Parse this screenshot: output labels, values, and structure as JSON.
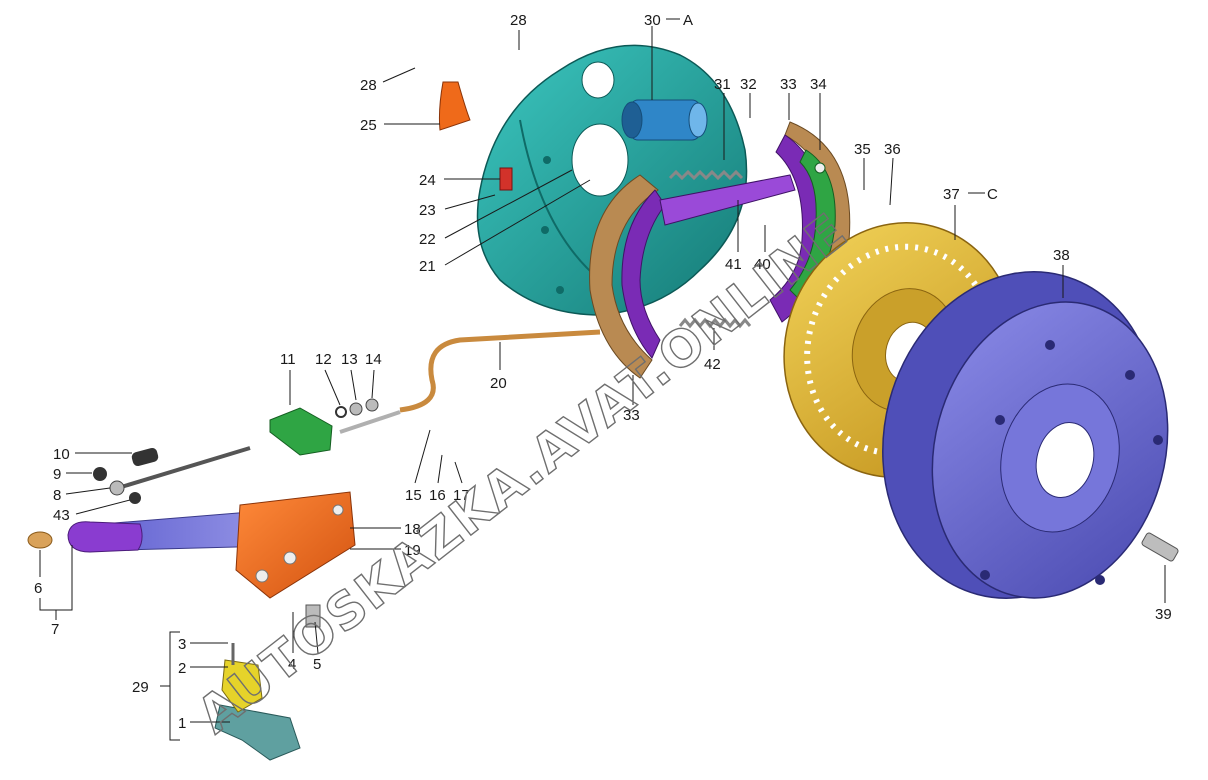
{
  "watermark": "AUTOSKAZKA.AVAT.ONLINE",
  "callouts": [
    {
      "id": "c28a",
      "text": "28"
    },
    {
      "id": "c28b",
      "text": "28"
    },
    {
      "id": "c30",
      "text": "30"
    },
    {
      "id": "c30s",
      "text": "A"
    },
    {
      "id": "c25",
      "text": "25"
    },
    {
      "id": "c31",
      "text": "31"
    },
    {
      "id": "c32",
      "text": "32"
    },
    {
      "id": "c33a",
      "text": "33"
    },
    {
      "id": "c34",
      "text": "34"
    },
    {
      "id": "c35",
      "text": "35"
    },
    {
      "id": "c36",
      "text": "36"
    },
    {
      "id": "c24",
      "text": "24"
    },
    {
      "id": "c23",
      "text": "23"
    },
    {
      "id": "c22",
      "text": "22"
    },
    {
      "id": "c21",
      "text": "21"
    },
    {
      "id": "c41",
      "text": "41"
    },
    {
      "id": "c40",
      "text": "40"
    },
    {
      "id": "c37",
      "text": "37"
    },
    {
      "id": "c37s",
      "text": "C"
    },
    {
      "id": "c38",
      "text": "38"
    },
    {
      "id": "c42",
      "text": "42"
    },
    {
      "id": "c11",
      "text": "11"
    },
    {
      "id": "c12",
      "text": "12"
    },
    {
      "id": "c13",
      "text": "13"
    },
    {
      "id": "c14",
      "text": "14"
    },
    {
      "id": "c20",
      "text": "20"
    },
    {
      "id": "c33b",
      "text": "33"
    },
    {
      "id": "c10",
      "text": "10"
    },
    {
      "id": "c9",
      "text": "9"
    },
    {
      "id": "c8",
      "text": "8"
    },
    {
      "id": "c43",
      "text": "43"
    },
    {
      "id": "c15",
      "text": "15"
    },
    {
      "id": "c16",
      "text": "16"
    },
    {
      "id": "c17",
      "text": "17"
    },
    {
      "id": "c18",
      "text": "18"
    },
    {
      "id": "c19",
      "text": "19"
    },
    {
      "id": "c6",
      "text": "6"
    },
    {
      "id": "c7",
      "text": "7"
    },
    {
      "id": "c3",
      "text": "3"
    },
    {
      "id": "c2",
      "text": "2"
    },
    {
      "id": "c29",
      "text": "29"
    },
    {
      "id": "c1",
      "text": "1"
    },
    {
      "id": "c4",
      "text": "4"
    },
    {
      "id": "c5",
      "text": "5"
    },
    {
      "id": "c39",
      "text": "39"
    }
  ],
  "colors": {
    "backing_plate": "#1f9e99",
    "wheel_cylinder": "#2f86c8",
    "brake_shoe": "#7a2bb5",
    "lining": "#b98a52",
    "lever_green": "#2fa544",
    "tone_ring": "#e0b52c",
    "drum": "#6a6ad4",
    "orange_part": "#ef6a1a",
    "handle_purple": "#8a3cd0",
    "yellow_bracket": "#e6d32a"
  }
}
